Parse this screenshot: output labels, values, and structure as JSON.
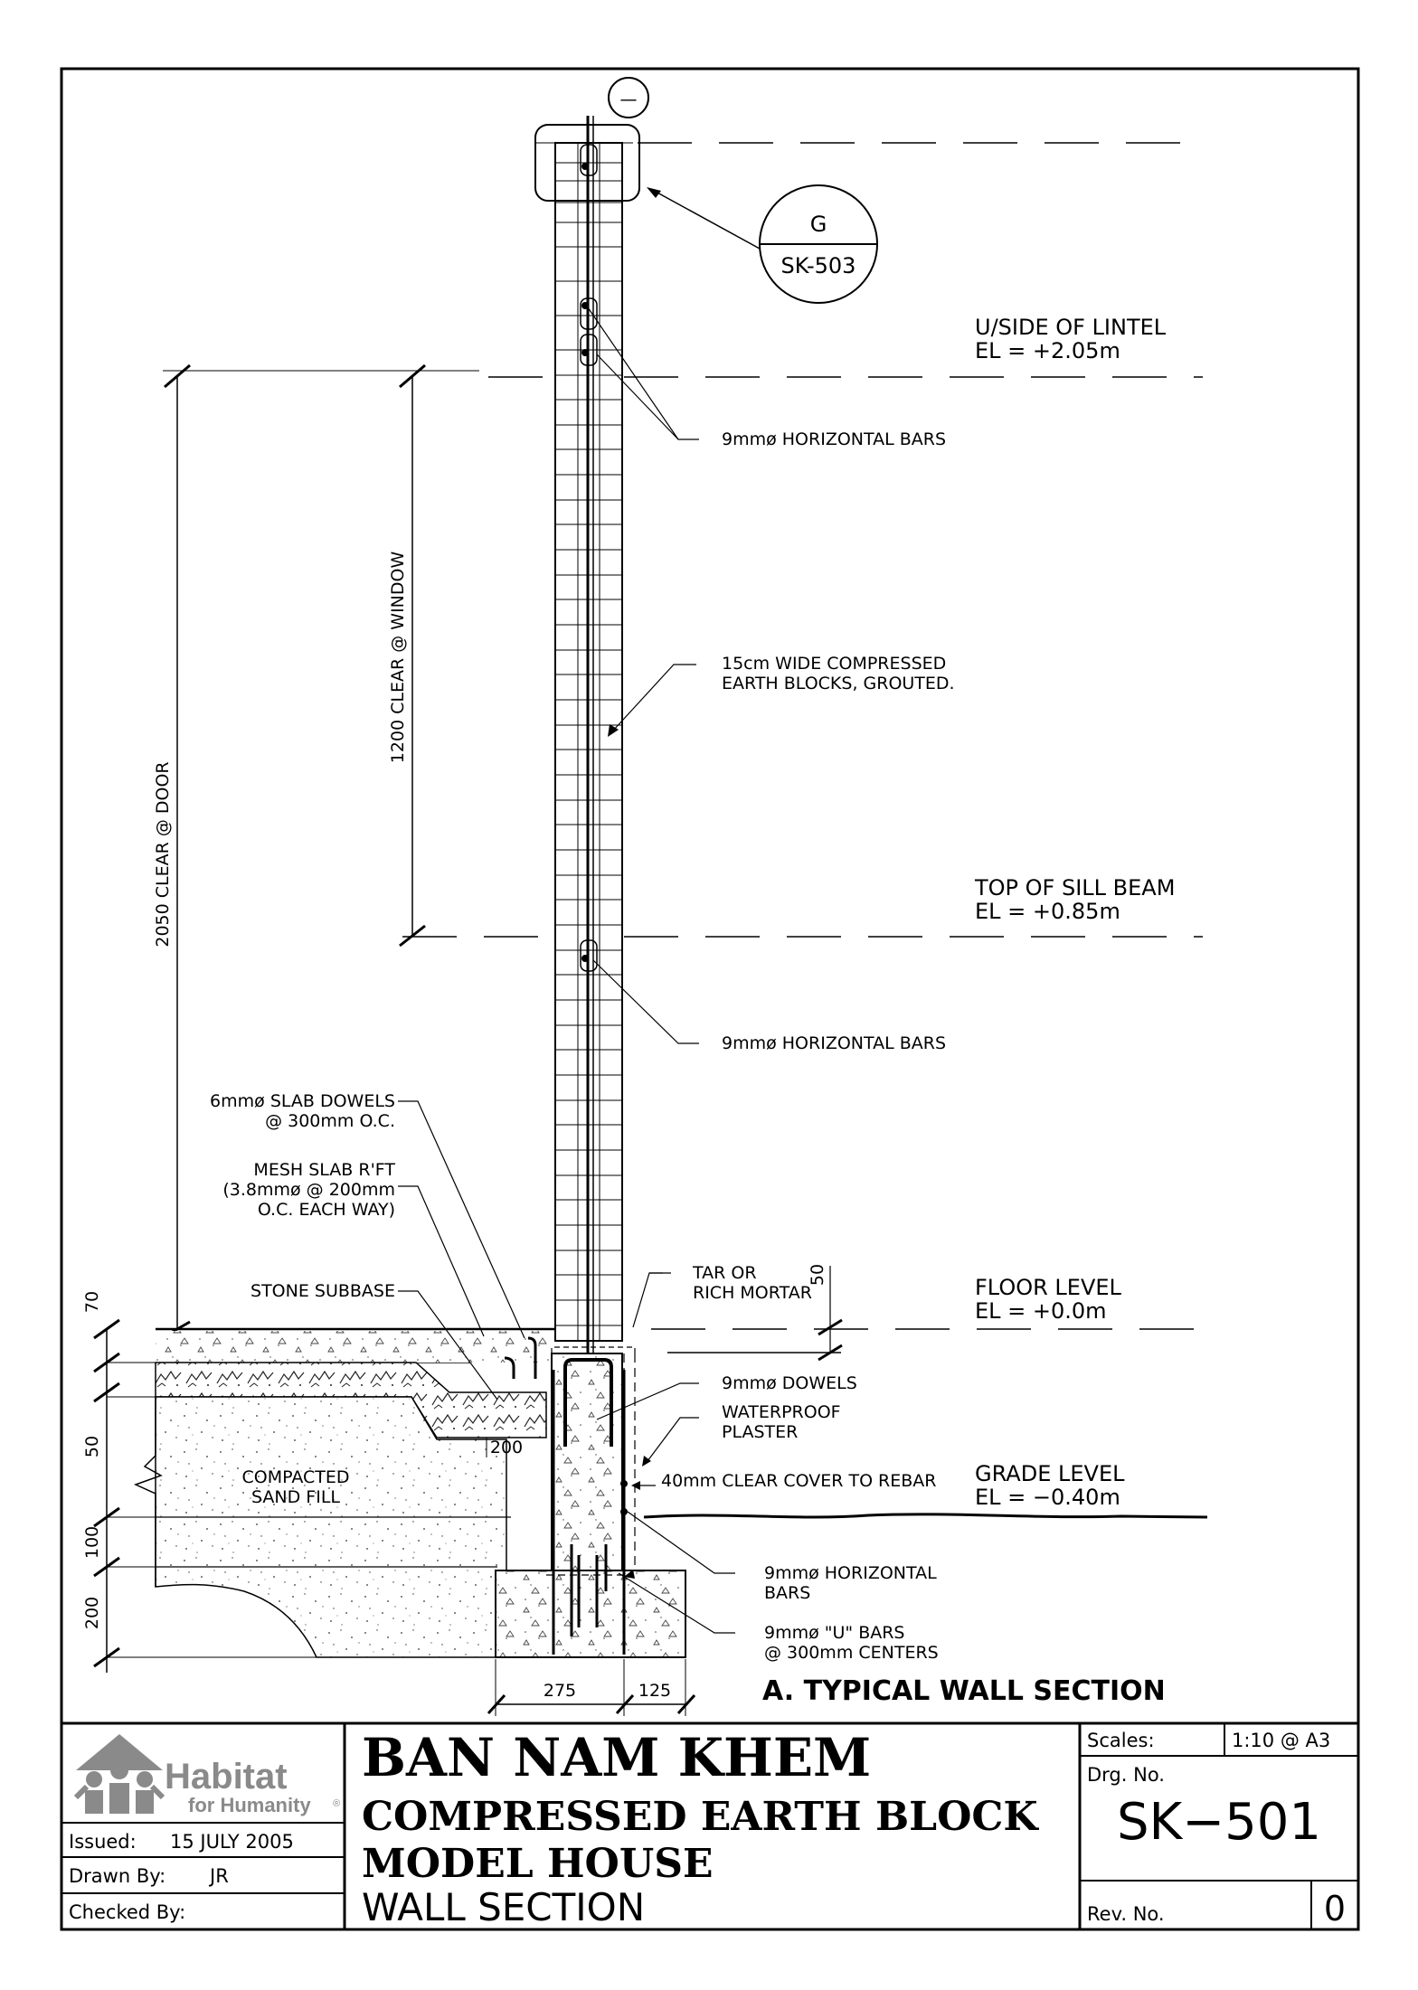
{
  "drawing": {
    "section_marker": "—",
    "detail_callout": {
      "letter": "G",
      "sheet": "SK-503"
    },
    "section_title": "A.  TYPICAL WALL SECTION",
    "levels": [
      {
        "name": "U/SIDE OF LINTEL",
        "el": "EL = +2.05m"
      },
      {
        "name": "TOP OF SILL BEAM",
        "el": "EL = +0.85m"
      },
      {
        "name": "FLOOR LEVEL",
        "el": "EL = +0.0m"
      },
      {
        "name": "GRADE LEVEL",
        "el": "EL = −0.40m"
      }
    ],
    "labels": {
      "horiz_bars_top": "9mmø  HORIZONTAL  BARS",
      "cem_blocks_1": "15cm  WIDE  COMPRESSED",
      "cem_blocks_2": "EARTH  BLOCKS,  GROUTED.",
      "horiz_bars_sill": "9mmø  HORIZONTAL  BARS",
      "slab_dowels_1": "6mmø  SLAB  DOWELS",
      "slab_dowels_2": "@  300mm  O.C.",
      "mesh_1": "MESH  SLAB  R'FT",
      "mesh_2": "(3.8mmø  @  200mm",
      "mesh_3": "O.C.  EACH  WAY)",
      "stone_subbase": "STONE  SUBBASE",
      "tar_1": "TAR  OR",
      "tar_2": "RICH  MORTAR",
      "dowels": "9mmø  DOWELS",
      "waterproof_1": "WATERPROOF",
      "waterproof_2": "PLASTER",
      "clear_cover": "40mm  CLEAR  COVER  TO  REBAR",
      "compacted_1": "COMPACTED",
      "compacted_2": "SAND  FILL",
      "horiz_bars_footing_1": "9mmø  HORIZONTAL",
      "horiz_bars_footing_2": "BARS",
      "u_bars_1": "9mmø  \"U\"  BARS",
      "u_bars_2": "@  300mm  CENTERS"
    },
    "dimensions": {
      "door": "2050  CLEAR  @  DOOR",
      "window": "1200  CLEAR  @  WINDOW",
      "d70": "70",
      "d50_left": "50",
      "d100": "100",
      "d200_left": "200",
      "d200_slab": "200",
      "d50_tar": "50",
      "d275": "275",
      "d125": "125"
    }
  },
  "title_block": {
    "logo": {
      "name": "Habitat",
      "tagline": "for Humanity",
      "reg": "®"
    },
    "issued_label": "Issued:",
    "issued_value": "15  JULY  2005",
    "drawn_label": "Drawn  By:",
    "drawn_value": "JR",
    "checked_label": "Checked  By:",
    "checked_value": "",
    "project_line1": "BAN  NAM  KHEM",
    "project_line2": "COMPRESSED  EARTH  BLOCK",
    "project_line3": "MODEL  HOUSE",
    "sheet_title": "WALL  SECTION",
    "scales_label": "Scales:",
    "scales_value": "1:10  @  A3",
    "drg_no_label": "Drg.  No.",
    "drg_no_value": "SK−501",
    "rev_no_label": "Rev.  No.",
    "rev_no_value": "0"
  }
}
